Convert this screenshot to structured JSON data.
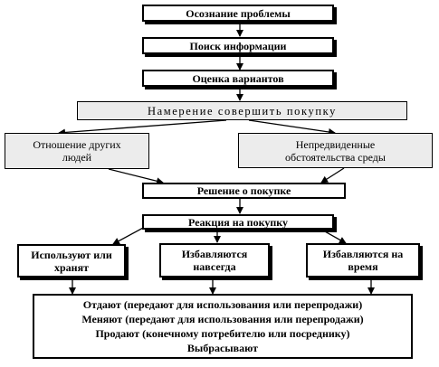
{
  "diagram": {
    "steps": {
      "problem_awareness": "Осознание проблемы",
      "information_search": "Поиск информации",
      "evaluation": "Оценка вариантов",
      "intention": "Намерение совершить покупку",
      "others_attitude": "Отношение других людей",
      "unforeseen_circumstances": "Непредвиденные обстоятельства среды",
      "purchase_decision": "Решение о покупке",
      "purchase_reaction": "Реакция на покупку",
      "use_or_keep": "Используют или хранят",
      "dispose_forever": "Избавляются навсегда",
      "dispose_temporarily": "Избавляются на время"
    },
    "outcomes": [
      "Отдают (передают для использования или перепродажи)",
      "Меняют (передают для использования или перепродажи)",
      "Продают (конечному потребителю или посреднику)",
      "Выбрасывают"
    ]
  }
}
